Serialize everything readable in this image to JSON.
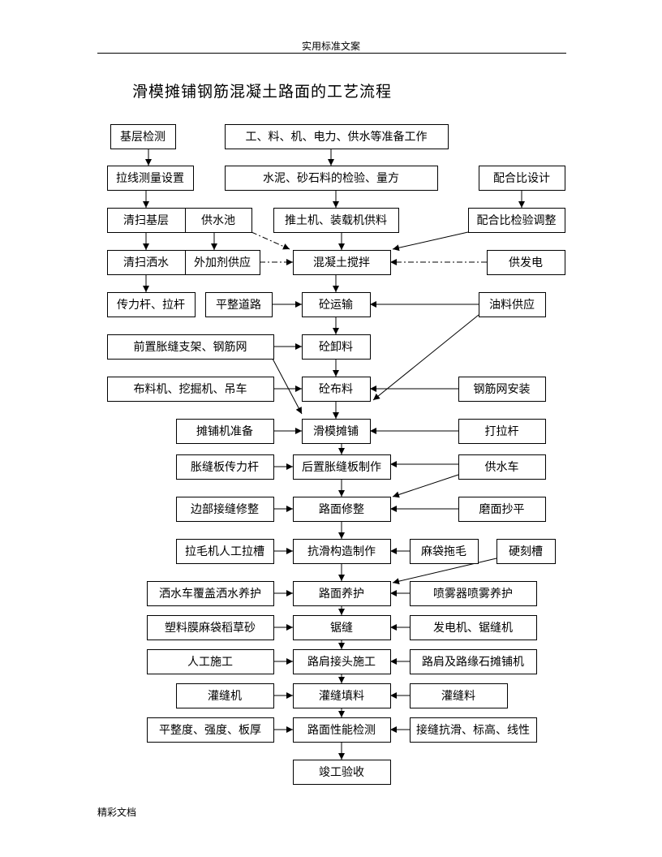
{
  "header": "实用标准文案",
  "title": "滑模摊铺钢筋混凝土路面的工艺流程",
  "footer": "精彩文档",
  "boxes": {
    "jcjc": "基层检测",
    "zbgz": "工、料、机、电力、供水等准备工作",
    "lxcl": "拉线测量设置",
    "snsl": "水泥、砂石料的检验、量方",
    "phbsj": "配合比设计",
    "qsjc": "清扫基层",
    "gsc": "供水池",
    "ttj": "推土机、装载机供料",
    "phbjy": "配合比检验调整",
    "qssh": "清扫洒水",
    "wjj": "外加剂供应",
    "hntjb": "混凝土搅拌",
    "gfd": "供发电",
    "clg": "传力杆、拉杆",
    "pzdl": "平整道路",
    "tys": "砼运输",
    "ylgy": "油料供应",
    "qzzf": "前置胀缝支架、钢筋网",
    "txl": "砼卸料",
    "blj": "布料机、挖掘机、吊车",
    "tbl": "砼布料",
    "gjw": "钢筋网安装",
    "tpj": "摊铺机准备",
    "hmtp": "滑模摊铺",
    "dlg": "打拉杆",
    "zfb": "胀缝板传力杆",
    "hzzf": "后置胀缝板制作",
    "gsche": "供水车",
    "bbjf": "边部接缝修整",
    "lmxz": "路面修整",
    "mmcp": "磨面抄平",
    "lmj": "拉毛机人工拉槽",
    "khgz": "抗滑构造制作",
    "mdtm": "麻袋拖毛",
    "ykc": "硬刻槽",
    "sscfg": "洒水车覆盖洒水养护",
    "lmyh": "路面养护",
    "pwq": "喷雾器喷雾养护",
    "slm": "塑料膜麻袋稻草砂",
    "jf": "锯缝",
    "fdj": "发电机、锯缝机",
    "rgsg": "人工施工",
    "ljjt": "路肩接头施工",
    "ljlys": "路肩及路缘石摊铺机",
    "gfj": "灌缝机",
    "gftl": "灌缝填料",
    "gfl": "灌缝料",
    "pzd": "平整度、强度、板厚",
    "lmxnjc": "路面性能检测",
    "jfkh": "接缝抗滑、标高、线性",
    "jgys": "竣工验收"
  }
}
